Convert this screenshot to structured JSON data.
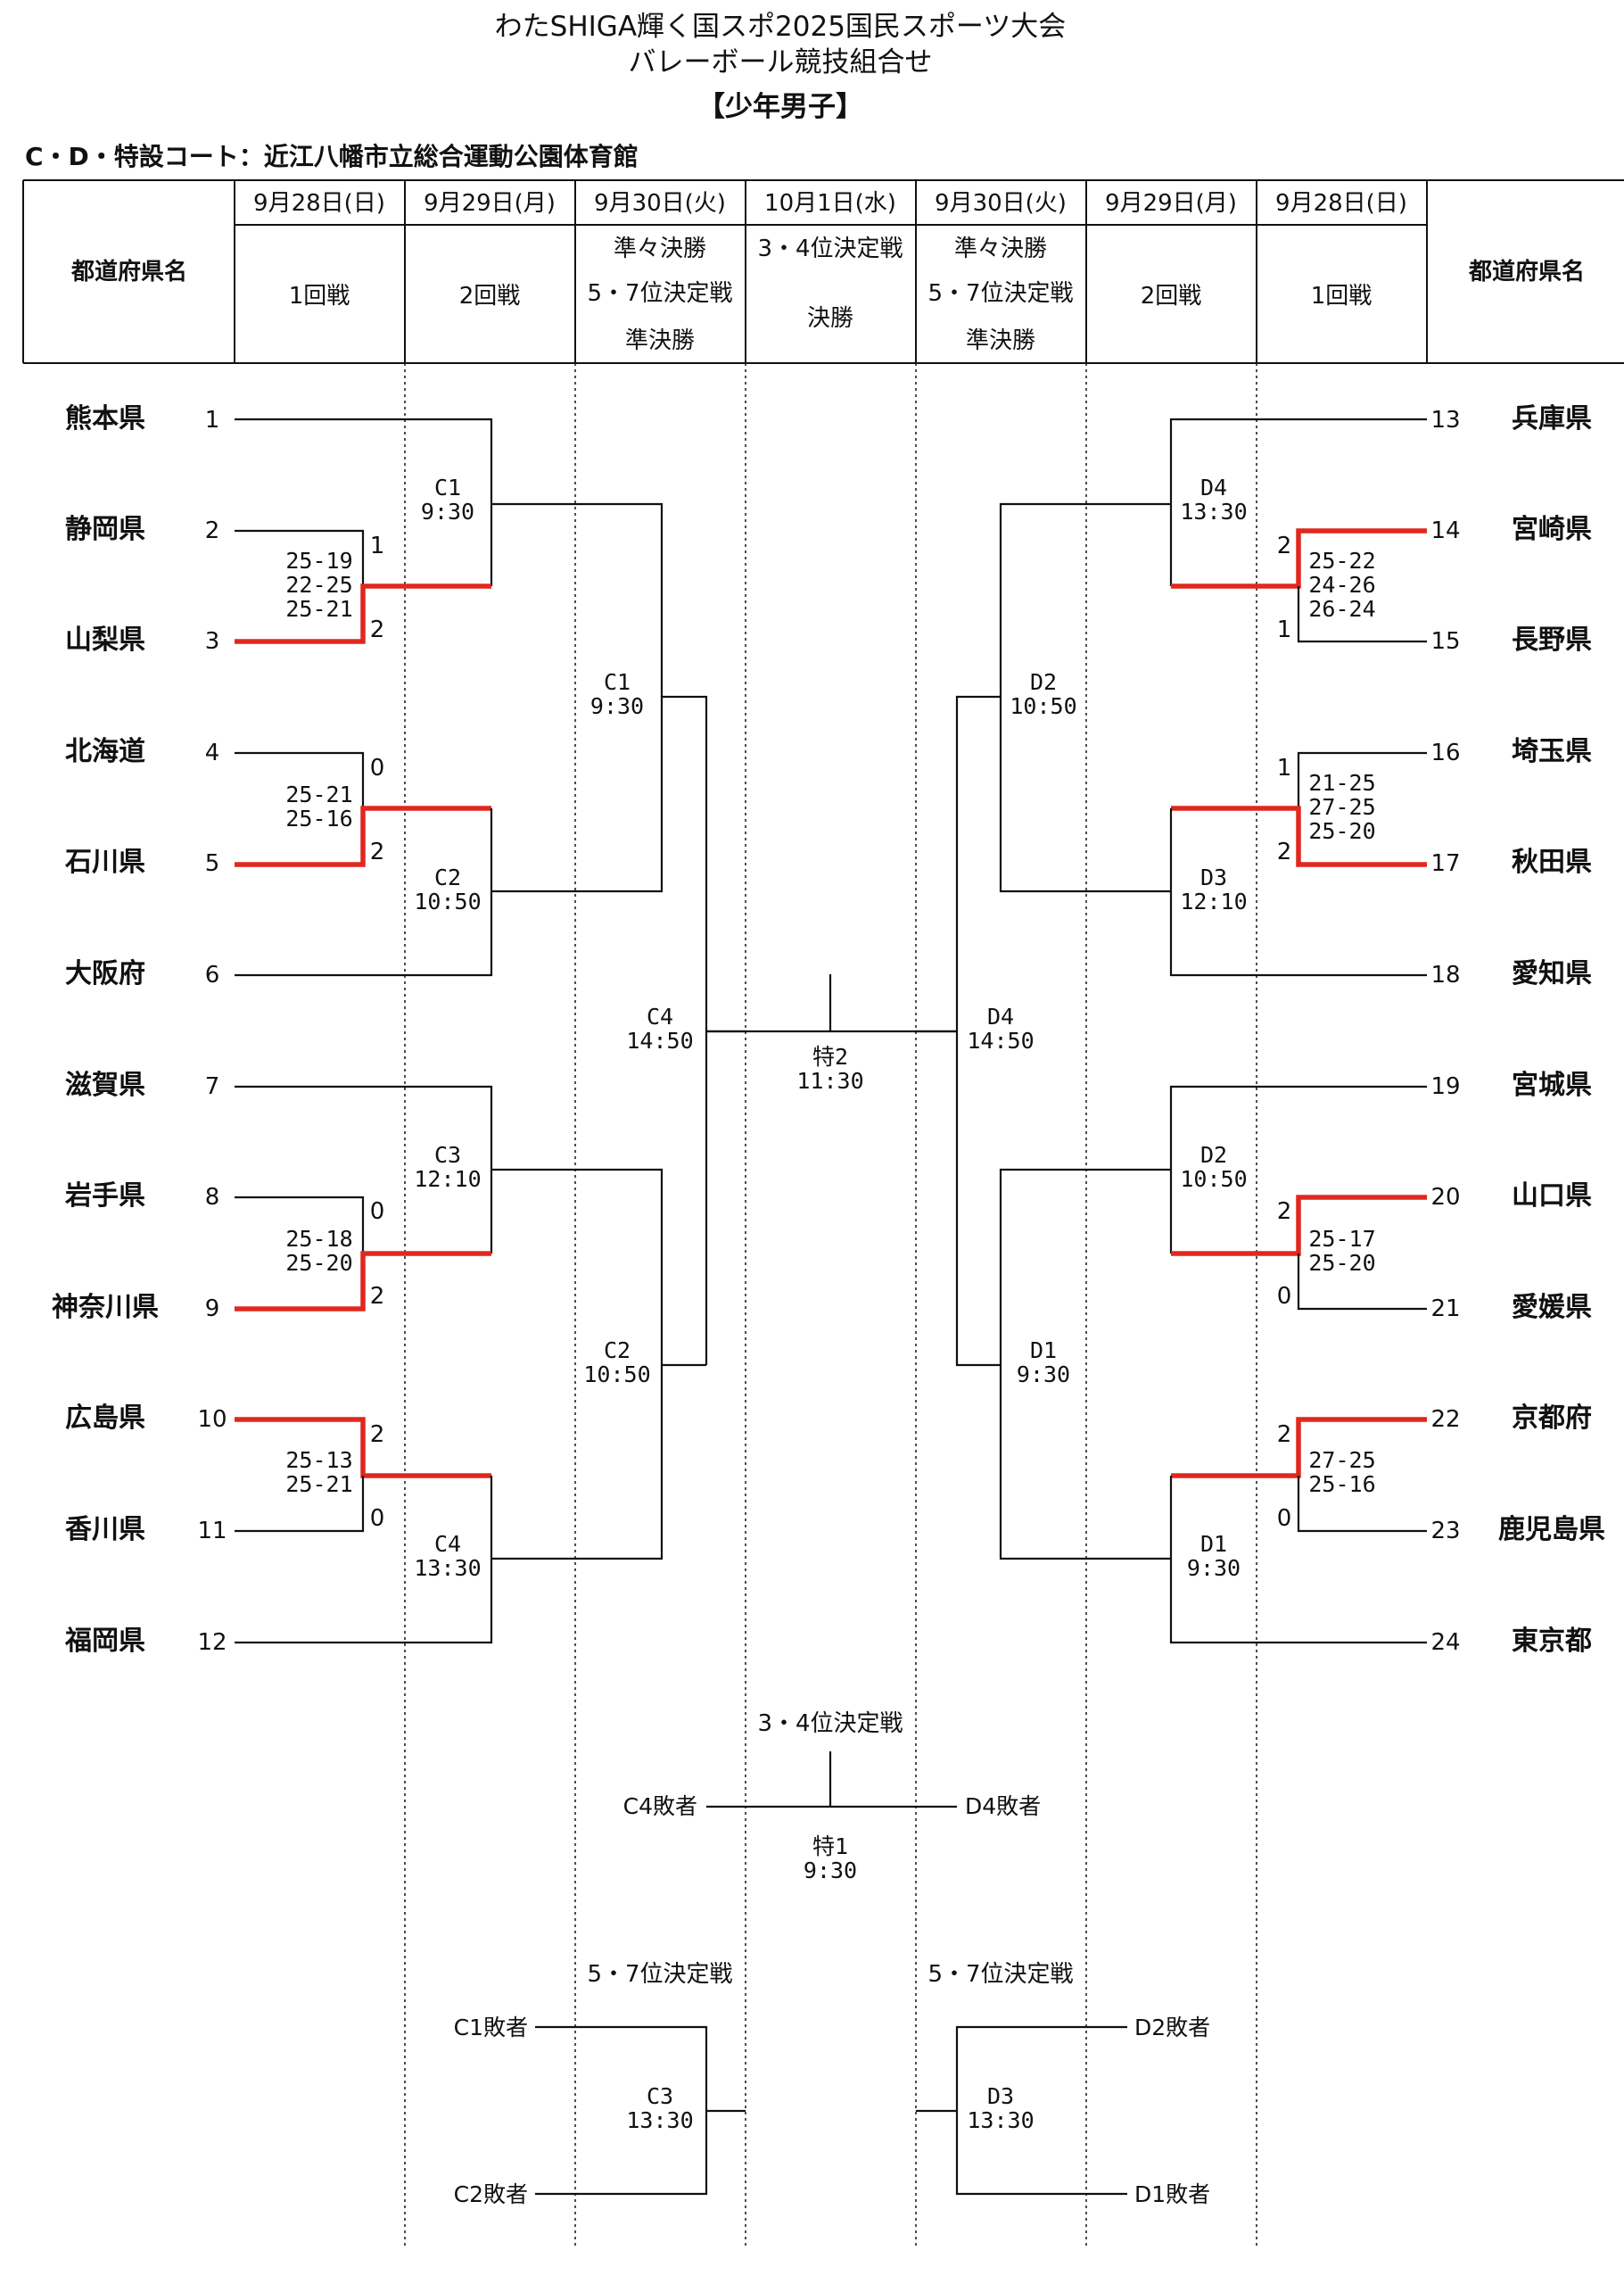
{
  "header": {
    "title": "わたSHIGA輝く国スポ2025国民スポーツ大会",
    "subtitle": "バレーボール競技組合せ",
    "category": "【少年男子】",
    "venue": "C・D・特設コート：近江八幡市立総合運動公園体育館"
  },
  "table_header": {
    "pref_label": "都道府県名",
    "dates": [
      "9月28日(日)",
      "9月29日(月)",
      "9月30日(火)",
      "10月1日(水)",
      "9月30日(火)",
      "9月29日(月)",
      "9月28日(日)"
    ],
    "rounds": {
      "r1": "1回戦",
      "r2": "2回戦",
      "qf": "準々決勝",
      "p57": "5・7位決定戦",
      "sf": "準決勝",
      "p34": "3・4位決定戦",
      "final": "決勝"
    }
  },
  "left_teams": [
    {
      "seed": "1",
      "name": "熊本県"
    },
    {
      "seed": "2",
      "name": "静岡県"
    },
    {
      "seed": "3",
      "name": "山梨県"
    },
    {
      "seed": "4",
      "name": "北海道"
    },
    {
      "seed": "5",
      "name": "石川県"
    },
    {
      "seed": "6",
      "name": "大阪府"
    },
    {
      "seed": "7",
      "name": "滋賀県"
    },
    {
      "seed": "8",
      "name": "岩手県"
    },
    {
      "seed": "9",
      "name": "神奈川県"
    },
    {
      "seed": "10",
      "name": "広島県"
    },
    {
      "seed": "11",
      "name": "香川県"
    },
    {
      "seed": "12",
      "name": "福岡県"
    }
  ],
  "right_teams": [
    {
      "seed": "13",
      "name": "兵庫県"
    },
    {
      "seed": "14",
      "name": "宮崎県"
    },
    {
      "seed": "15",
      "name": "長野県"
    },
    {
      "seed": "16",
      "name": "埼玉県"
    },
    {
      "seed": "17",
      "name": "秋田県"
    },
    {
      "seed": "18",
      "name": "愛知県"
    },
    {
      "seed": "19",
      "name": "宮城県"
    },
    {
      "seed": "20",
      "name": "山口県"
    },
    {
      "seed": "21",
      "name": "愛媛県"
    },
    {
      "seed": "22",
      "name": "京都府"
    },
    {
      "seed": "23",
      "name": "鹿児島県"
    },
    {
      "seed": "24",
      "name": "東京都"
    }
  ],
  "first_round_results": {
    "m2v3": {
      "sets": [
        "25-19",
        "22-25",
        "25-21"
      ],
      "top_sets": "1",
      "bottom_sets": "2"
    },
    "m4v5": {
      "sets": [
        "25-21",
        "25-16"
      ],
      "top_sets": "0",
      "bottom_sets": "2"
    },
    "m8v9": {
      "sets": [
        "25-18",
        "25-20"
      ],
      "top_sets": "0",
      "bottom_sets": "2"
    },
    "m10v11": {
      "sets": [
        "25-13",
        "25-21"
      ],
      "top_sets": "2",
      "bottom_sets": "0"
    },
    "m14v15": {
      "sets": [
        "25-22",
        "24-26",
        "26-24"
      ],
      "top_sets": "2",
      "bottom_sets": "1"
    },
    "m16v17": {
      "sets": [
        "21-25",
        "27-25",
        "25-20"
      ],
      "top_sets": "1",
      "bottom_sets": "2"
    },
    "m20v21": {
      "sets": [
        "25-17",
        "25-20"
      ],
      "top_sets": "2",
      "bottom_sets": "0"
    },
    "m22v23": {
      "sets": [
        "27-25",
        "25-16"
      ],
      "top_sets": "2",
      "bottom_sets": "0"
    }
  },
  "matches": {
    "l_r2_a": {
      "court": "C1",
      "time": "9:30"
    },
    "l_r2_b": {
      "court": "C2",
      "time": "10:50"
    },
    "l_r2_c": {
      "court": "C3",
      "time": "12:10"
    },
    "l_r2_d": {
      "court": "C4",
      "time": "13:30"
    },
    "l_qf_a": {
      "court": "C1",
      "time": "9:30"
    },
    "l_qf_b": {
      "court": "C2",
      "time": "10:50"
    },
    "l_sf": {
      "court": "C4",
      "time": "14:50"
    },
    "r_r2_a": {
      "court": "D4",
      "time": "13:30"
    },
    "r_r2_b": {
      "court": "D3",
      "time": "12:10"
    },
    "r_r2_c": {
      "court": "D2",
      "time": "10:50"
    },
    "r_r2_d": {
      "court": "D1",
      "time": "9:30"
    },
    "r_qf_a": {
      "court": "D2",
      "time": "10:50"
    },
    "r_qf_b": {
      "court": "D1",
      "time": "9:30"
    },
    "r_sf": {
      "court": "D4",
      "time": "14:50"
    },
    "final": {
      "court": "特2",
      "time": "11:30"
    },
    "third_place": {
      "label": "3・4位決定戦",
      "court": "特1",
      "time": "9:30",
      "left": "C4敗者",
      "right": "D4敗者"
    },
    "fifth_left": {
      "label": "5・7位決定戦",
      "court": "C3",
      "time": "13:30",
      "top": "C1敗者",
      "bottom": "C2敗者"
    },
    "fifth_right": {
      "label": "5・7位決定戦",
      "court": "D3",
      "time": "13:30",
      "top": "D2敗者",
      "bottom": "D1敗者"
    }
  },
  "colors": {
    "winner_line": "#e0281e",
    "line": "#111111"
  }
}
